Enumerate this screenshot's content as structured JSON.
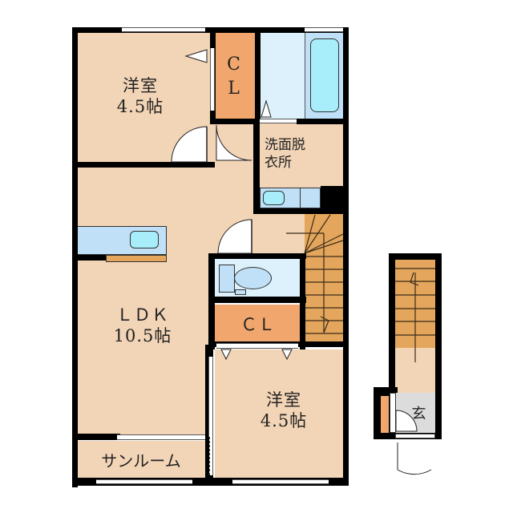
{
  "floorplan": {
    "rooms": {
      "bedroom1": {
        "name": "洋室",
        "size": "4.5帖"
      },
      "closet1": {
        "line1": "C",
        "line2": "L"
      },
      "washroom": {
        "line1": "洗面脱",
        "line2": "衣所"
      },
      "ldk": {
        "name": "ＬＤＫ",
        "size": "10.5帖"
      },
      "closet2": {
        "label": "ＣＬ"
      },
      "bedroom2": {
        "name": "洋室",
        "size": "4.5帖"
      },
      "sunroom": {
        "name": "サンルーム"
      },
      "entrance": {
        "name": "玄"
      }
    },
    "colors": {
      "room_floor": "#f2d4b6",
      "closet": "#f0a66c",
      "wet_area": "#dcf1fb",
      "fixture": "#bfe0f7",
      "basin": "#a8eefa",
      "stairs": "#e3a65c",
      "entrance_floor": "#dcdcdc",
      "wall": "#000000"
    }
  }
}
